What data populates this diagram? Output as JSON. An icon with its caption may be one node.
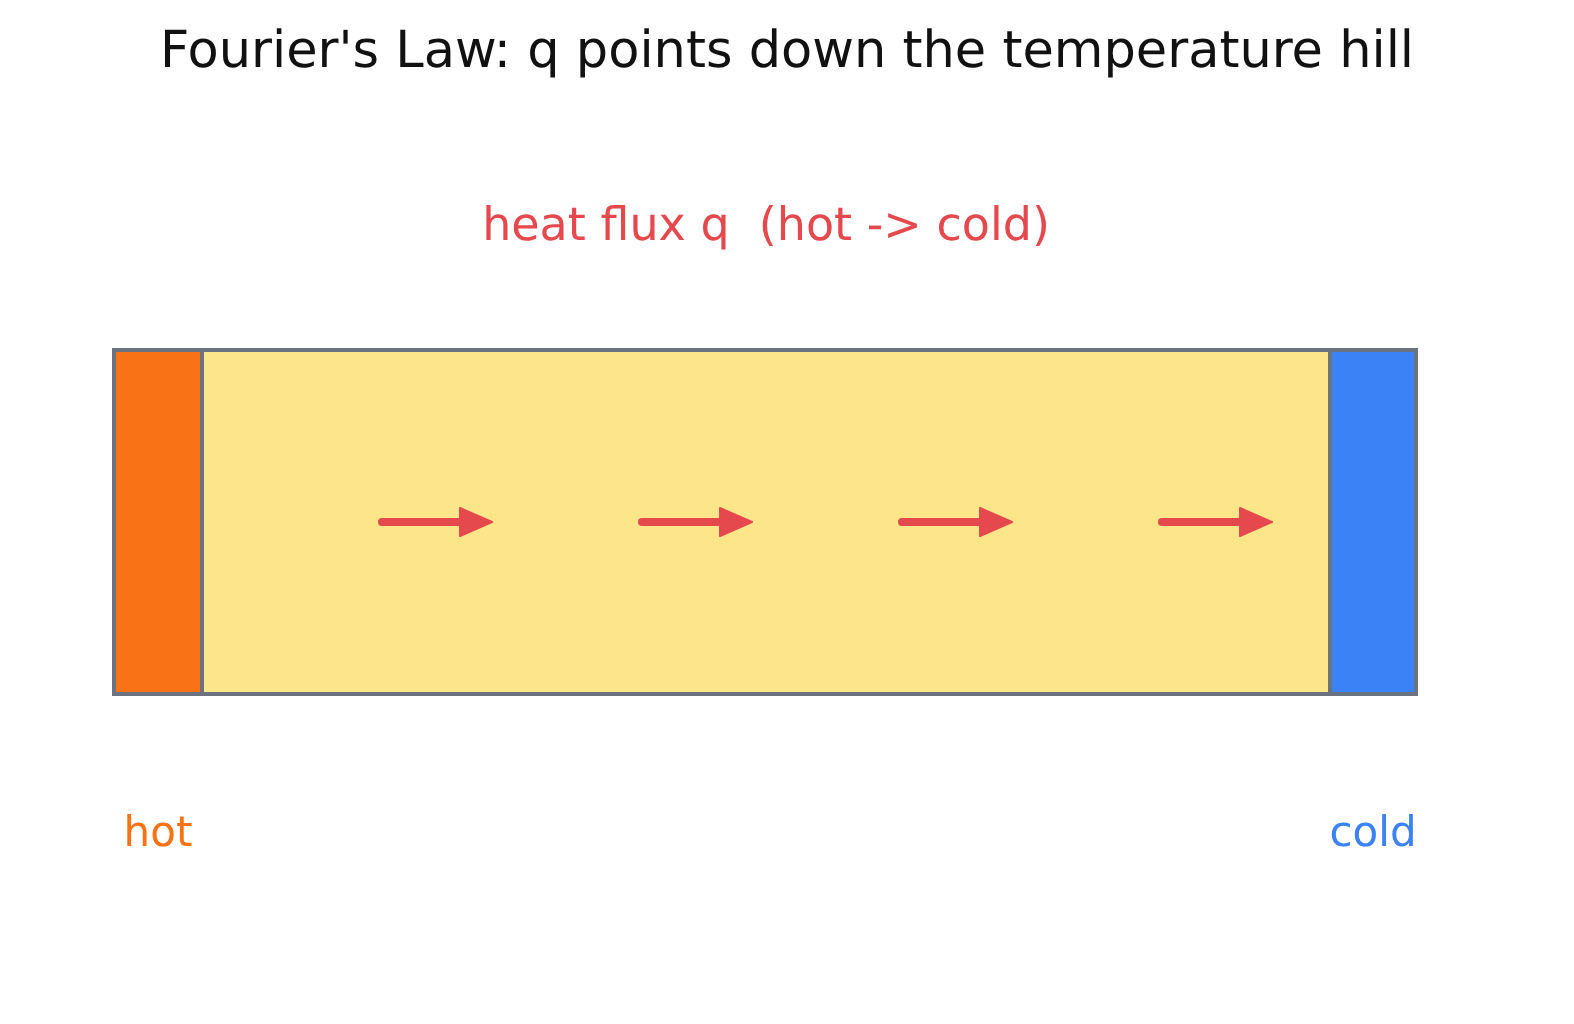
{
  "diagram": {
    "title": "Fourier's Law: q points down the temperature hill",
    "nodes": [
      {
        "text": [],
        "shape": "bar",
        "beside": [
          "hot"
        ]
      },
      {
        "text": [],
        "shape": "bar"
      },
      {
        "text": [],
        "shape": "bar",
        "beside": [
          "cold"
        ]
      }
    ],
    "labels": [
      "heat flux q  (hot -> cold)"
    ]
  }
}
